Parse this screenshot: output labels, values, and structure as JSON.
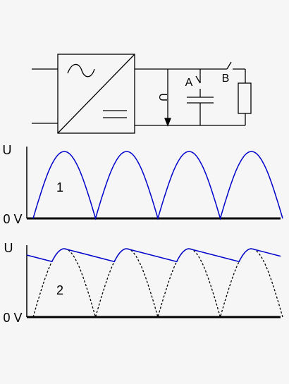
{
  "circuit": {
    "voltage_label": "U",
    "switch_a_label": "A",
    "switch_b_label": "B"
  },
  "graph1": {
    "y_top_label": "U",
    "y_zero_label": "0 V",
    "number_label": "1",
    "curve_color": "#0000cc"
  },
  "graph2": {
    "y_top_label": "U",
    "y_zero_label": "0 V",
    "number_label": "2",
    "curve_color": "#0000cc",
    "dashed_color": "#000000"
  },
  "colors": {
    "background": "#f6f6f6",
    "line": "#000000",
    "curve": "#0000cc"
  }
}
